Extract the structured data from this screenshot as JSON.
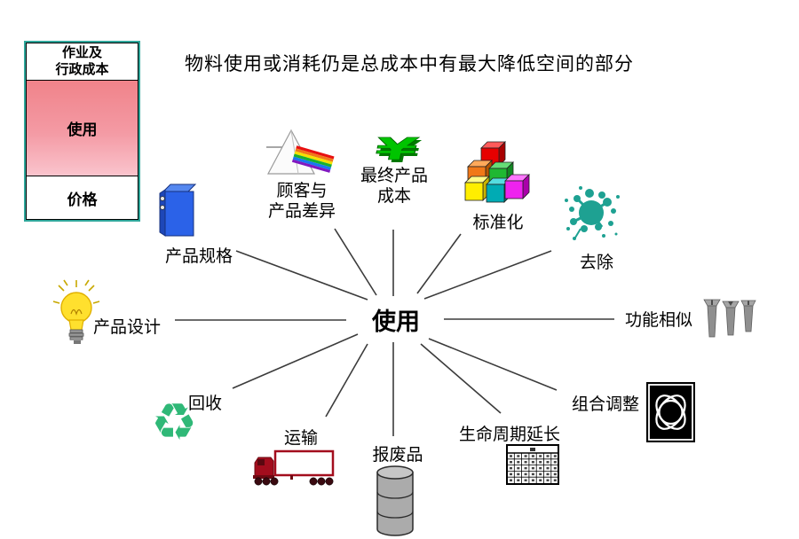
{
  "title": "物料使用或消耗仍是总成本中有最大降低空间的部分",
  "cost_bar": {
    "top_line1": "作业及",
    "top_line2": "行政成本",
    "middle": "使用",
    "bottom": "价格"
  },
  "hub": {
    "label": "使用"
  },
  "spokes": [
    {
      "label": "产品规格",
      "icon": "binder-icon"
    },
    {
      "line1": "顾客与",
      "line2": "产品差异",
      "icon": "prism-icon"
    },
    {
      "line1": "最终产品",
      "line2": "成本",
      "icon": "money-icon"
    },
    {
      "label": "标准化",
      "icon": "blocks-icon"
    },
    {
      "label": "去除",
      "icon": "splat-icon"
    },
    {
      "label": "功能相似",
      "icon": "screws-icon"
    },
    {
      "label": "组合调整",
      "icon": "knot-icon"
    },
    {
      "label": "生命周期延长",
      "icon": "calendar-icon"
    },
    {
      "label": "报废品",
      "icon": "drum-icon"
    },
    {
      "label": "运输",
      "icon": "truck-icon"
    },
    {
      "label": "回收",
      "icon": "recycle-icon"
    },
    {
      "label": "产品设计",
      "icon": "bulb-icon"
    }
  ],
  "icons": {
    "recycle_glyph": "♻"
  },
  "colors": {
    "box_border": "#2FA79B",
    "pink_top": "#F0838A",
    "pink_bottom": "#FAC4CD",
    "line": "#3B3B3B",
    "recycle_green": "#2FB877",
    "splat_teal": "#1EA192",
    "truck_red": "#A30D1D",
    "binder_blue": "#2B62E8",
    "money_green": "#00C400"
  }
}
